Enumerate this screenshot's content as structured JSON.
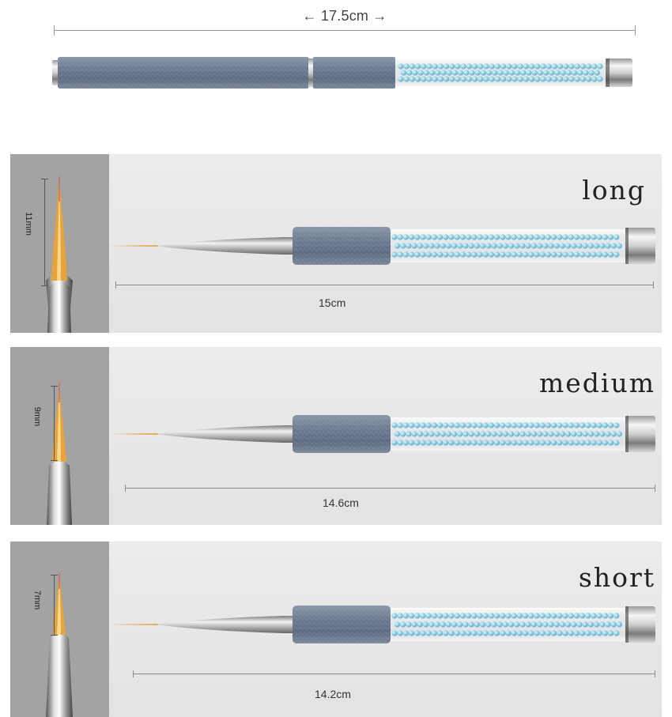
{
  "overall_length": "← 17.5cm →",
  "brushes": [
    {
      "size": "long",
      "tip_length": "11mm",
      "total_length": "15cm"
    },
    {
      "size": "medium",
      "tip_length": "9mm",
      "total_length": "14.6cm"
    },
    {
      "size": "short",
      "tip_length": "7mm",
      "total_length": "14.2cm"
    }
  ],
  "colors": {
    "handle": "#6f7d92",
    "beads": "#8ccfe6",
    "side_panel": "#a3a3a3",
    "panel": "#e8e8e8",
    "bristle": "#e6a13a"
  }
}
